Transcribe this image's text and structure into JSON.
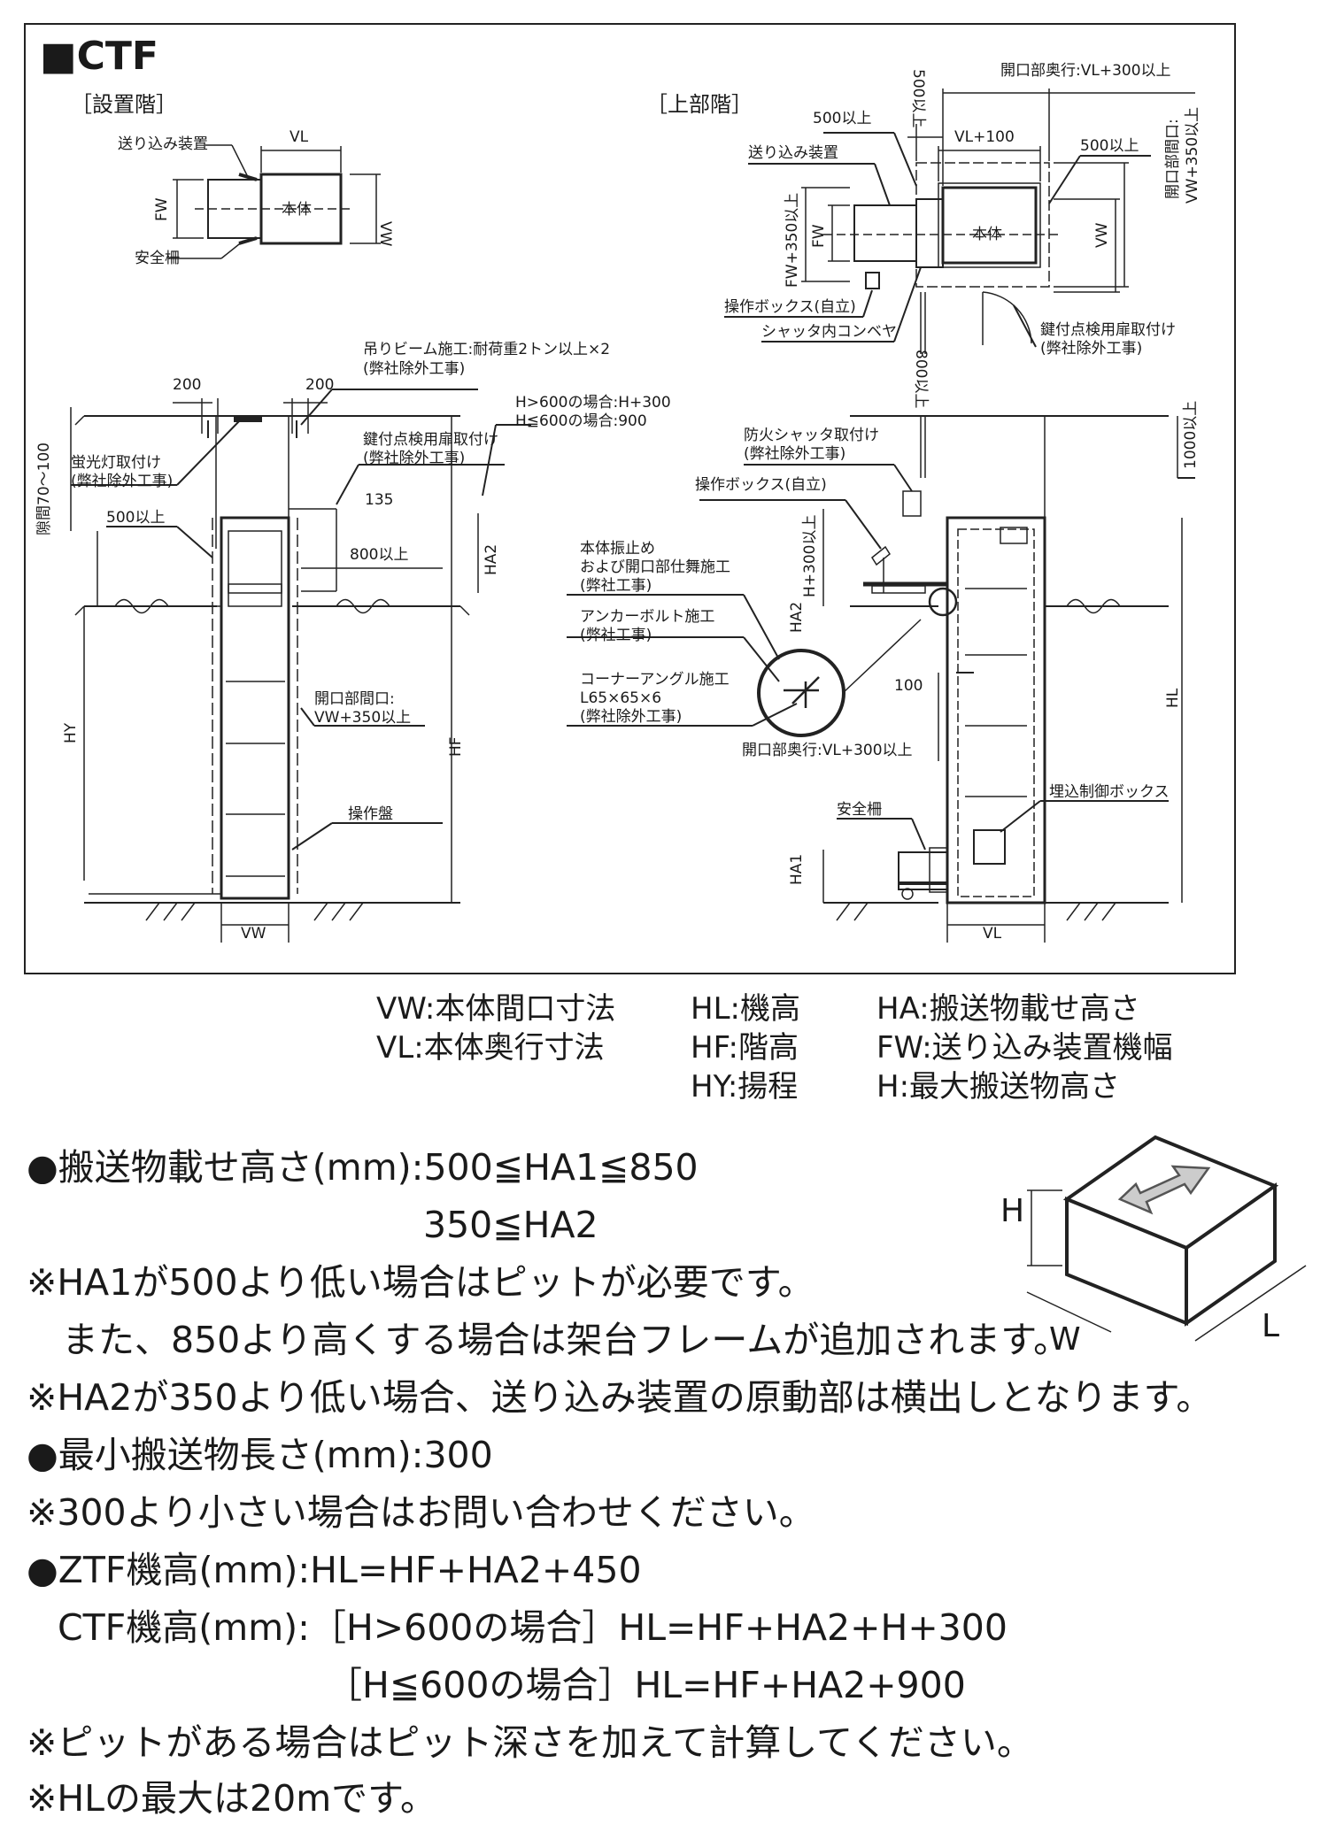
{
  "title": "■CTF",
  "views": {
    "install_floor": "［設置階］",
    "upper_floor": "［上部階］"
  },
  "plan_left": {
    "feeder": "送り込み装置",
    "vl": "VL",
    "fw": "FW",
    "body": "本体",
    "vw": "VW",
    "guard": "安全柵"
  },
  "plan_right": {
    "opening_depth_top": "開口部奥行:VL+300以上",
    "d500a": "500以上",
    "d500v": "500以上",
    "vl100": "VL+100",
    "d500b": "500以上",
    "opening_width_v": "開口部間口:",
    "opening_width_v2": "VW+350以上",
    "feeder": "送り込み装置",
    "fw350": "FW+350以上",
    "fw": "FW",
    "body": "本体",
    "vw": "VW",
    "op_box": "操作ボックス(自立)",
    "conveyor": "シャッタ内コンベヤ",
    "d800": "800以上",
    "door1": "鍵付点検用扉取付け",
    "door2": "(弊社除外工事)"
  },
  "section_left": {
    "beam1": "吊りビーム施工:耐荷重2トン以上×2",
    "beam2": "(弊社除外工事)",
    "d200a": "200",
    "d200b": "200",
    "gap": "隙間70～100",
    "light1": "蛍光灯取付け",
    "light2": "(弊社除外工事)",
    "d500": "500以上",
    "door1": "鍵付点検用扉取付け",
    "door2": "(弊社除外工事)",
    "h_gt": "H>600の場合:H+300",
    "h_le": "H≦600の場合:900",
    "d135": "135",
    "d800": "800以上",
    "ha2": "HA2",
    "hy": "HY",
    "hf": "HF",
    "opening1": "開口部間口:",
    "opening2": "VW+350以上",
    "panel": "操作盤",
    "vw": "VW"
  },
  "section_right": {
    "fire1": "防火シャッタ取付け",
    "fire2": "(弊社除外工事)",
    "op_box": "操作ボックス(自立)",
    "brace1": "本体振止め",
    "brace2": "および開口部仕舞施工",
    "brace3": "(弊社工事)",
    "anchor1": "アンカーボルト施工",
    "anchor2": "(弊社工事)",
    "angle1": "コーナーアングル施工",
    "angle2": "L65×65×6",
    "angle3": "(弊社除外工事)",
    "h300": "H+300以上",
    "ha2": "HA2",
    "d100": "100",
    "depth": "開口部奥行:VL+300以上",
    "ctrl": "埋込制御ボックス",
    "guard": "安全柵",
    "ha1": "HA1",
    "vl": "VL",
    "hl": "HL",
    "d1000": "1000以上"
  },
  "legend": [
    {
      "key": "VW",
      "sep": ":",
      "desc": "本体間口寸法"
    },
    {
      "key": "VL",
      "sep": ":",
      "desc": "本体奥行寸法"
    },
    {
      "key": "HL",
      "sep": ":",
      "desc": "機高"
    },
    {
      "key": "HF",
      "sep": ":",
      "desc": "階高"
    },
    {
      "key": "HY",
      "sep": ":",
      "desc": "揚程"
    },
    {
      "key": "HA",
      "sep": ":",
      "desc": "搬送物載せ高さ"
    },
    {
      "key": "FW",
      "sep": ":",
      "desc": "送り込み装置機幅"
    },
    {
      "key": "H",
      "sep": ":",
      "desc": "最大搬送物高さ"
    }
  ],
  "box_labels": {
    "h": "H",
    "w": "W",
    "l": "L"
  },
  "notes": [
    "●搬送物載せ高さ(mm):500≦HA1≦850",
    "350≦HA2",
    "※HA1が500より低い場合はピットが必要です。",
    "また、850より高くする場合は架台フレームが追加されます。",
    "※HA2が350より低い場合、送り込み装置の原動部は横出しとなります。",
    "●最小搬送物長さ(mm):300",
    "※300より小さい場合はお問い合わせください。",
    "●ZTF機高(mm):HL=HF+HA2+450",
    "CTF機高(mm):［H>600の場合］HL=HF+HA2+H+300",
    "［H≦600の場合］HL=HF+HA2+900",
    "※ピットがある場合はピット深さを加えて計算してください。",
    "※HLの最大は20mです。"
  ]
}
